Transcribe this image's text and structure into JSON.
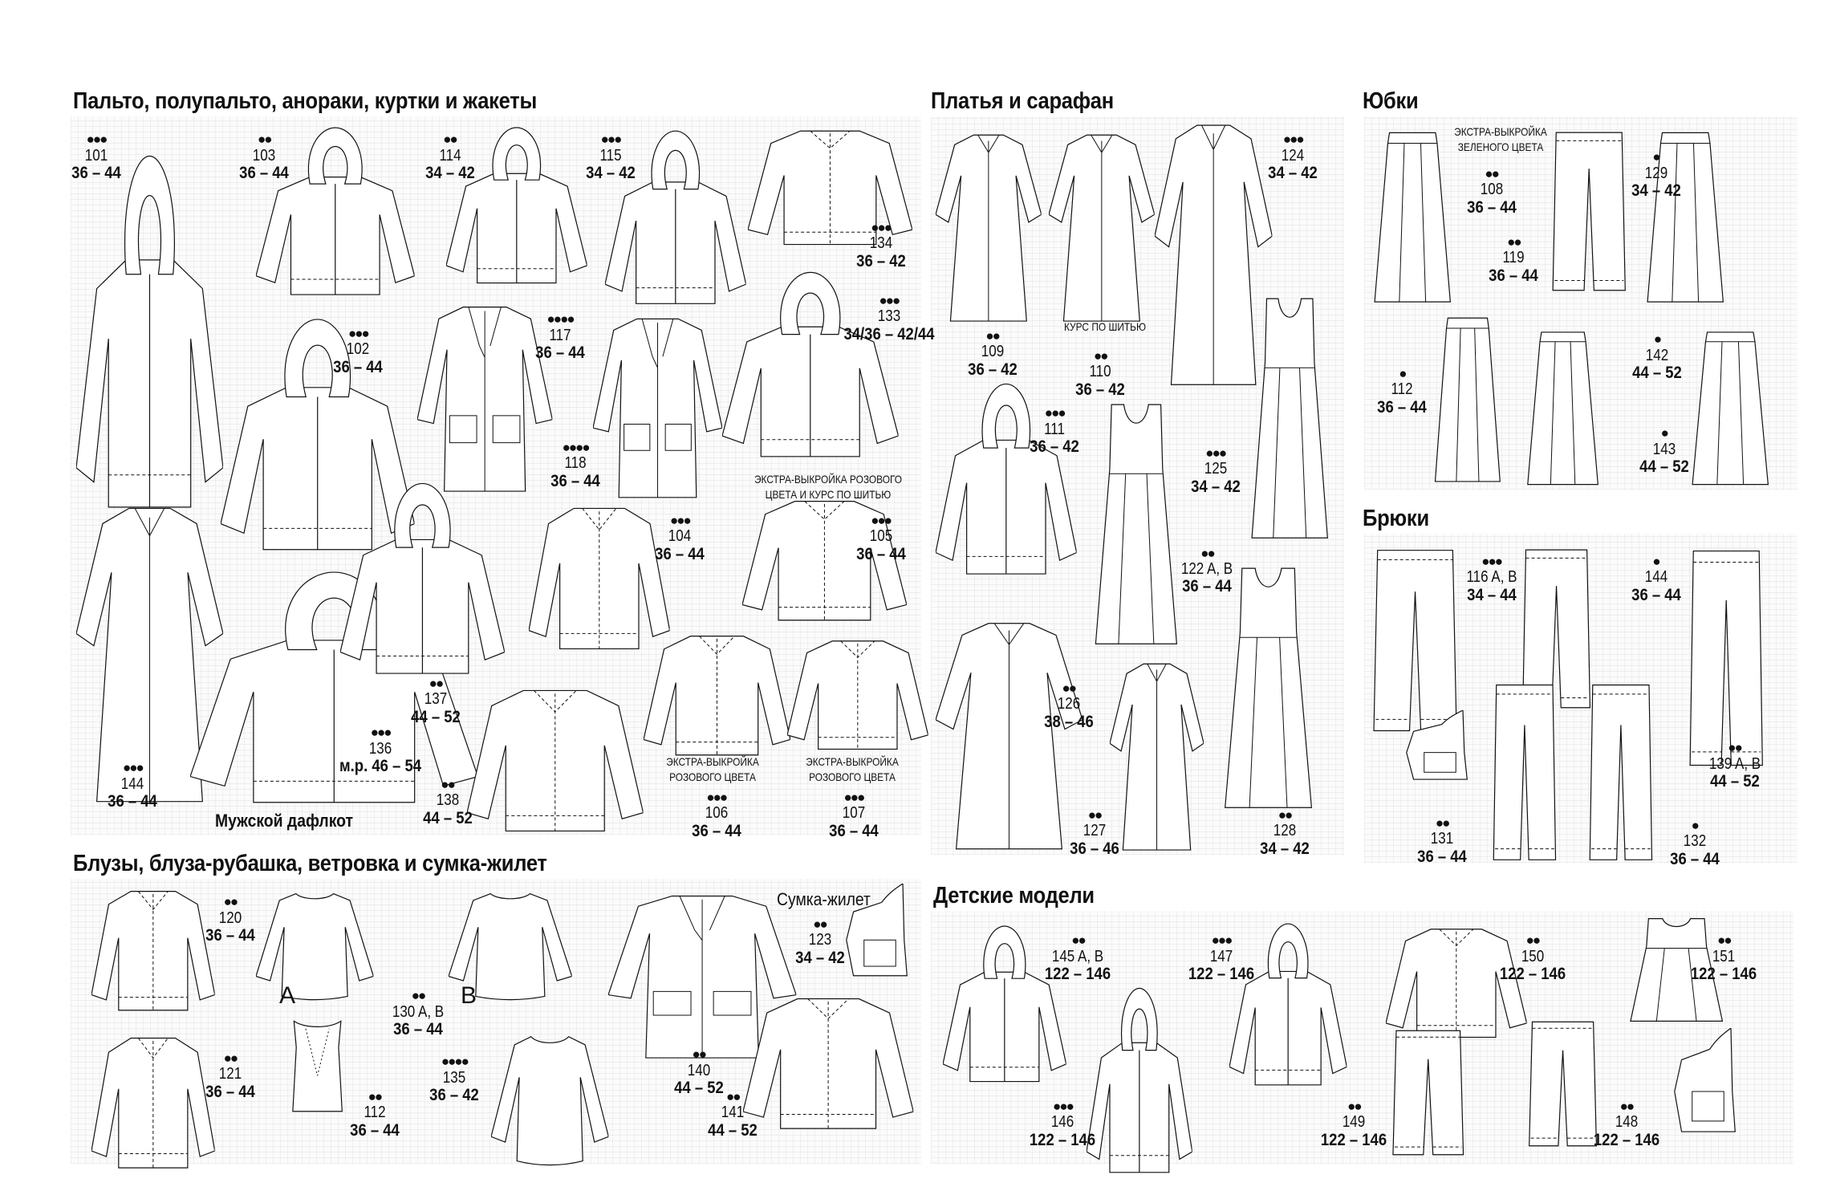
{
  "sections": {
    "coats": "Пальто, полупальто, анораки, куртки и жакеты",
    "dresses": "Платья и сарафан",
    "skirts": "Юбки",
    "trousers": "Брюки",
    "blouses": "Блузы, блуза-рубашка, ветровка и сумка-жилет",
    "kids": "Детские модели"
  },
  "notes": {
    "duffle": "Мужской дафлкот",
    "vest_bag": "Сумка-жилет",
    "extra_pink_course_1": "ЭКСТРА-ВЫКРОЙКА РОЗОВОГО",
    "extra_pink_course_2": "ЦВЕТА И КУРС ПО ШИТЬЮ",
    "extra_pink_106_1": "ЭКСТРА-ВЫКРОЙКА",
    "extra_pink_106_2": "РОЗОВОГО ЦВЕТА",
    "extra_pink_107_1": "ЭКСТРА-ВЫКРОЙКА",
    "extra_pink_107_2": "РОЗОВОГО ЦВЕТА",
    "course": "КУРС ПО ШИТЬЮ",
    "extra_green_1": "ЭКСТРА-ВЫКРОЙКА",
    "extra_green_2": "ЗЕЛЕНОГО ЦВЕТА",
    "variant_a": "A",
    "variant_b": "B"
  },
  "models": [
    {
      "number": "101",
      "dots": 3,
      "sizes": "36 – 44"
    },
    {
      "number": "103",
      "dots": 2,
      "sizes": "36 – 44"
    },
    {
      "number": "114",
      "dots": 2,
      "sizes": "34 – 42"
    },
    {
      "number": "115",
      "dots": 3,
      "sizes": "34 – 42"
    },
    {
      "number": "134",
      "dots": 3,
      "sizes": "36 – 42"
    },
    {
      "number": "133",
      "dots": 3,
      "sizes": "34/36 – 42/44"
    },
    {
      "number": "102",
      "dots": 3,
      "sizes": "36 – 44"
    },
    {
      "number": "117",
      "dots": 4,
      "sizes": "36 – 44"
    },
    {
      "number": "118",
      "dots": 4,
      "sizes": "36 – 44"
    },
    {
      "number": "104",
      "dots": 3,
      "sizes": "36 – 44"
    },
    {
      "number": "105",
      "dots": 3,
      "sizes": "36 – 44"
    },
    {
      "number": "144",
      "dots": 3,
      "sizes": "36 – 44"
    },
    {
      "number": "136",
      "dots": 3,
      "sizes": "м.р. 46 – 54"
    },
    {
      "number": "137",
      "dots": 2,
      "sizes": "44 – 52"
    },
    {
      "number": "138",
      "dots": 2,
      "sizes": "44 – 52"
    },
    {
      "number": "106",
      "dots": 3,
      "sizes": "36 – 44"
    },
    {
      "number": "107",
      "dots": 3,
      "sizes": "36 – 44"
    },
    {
      "number": "109",
      "dots": 2,
      "sizes": "36 – 42"
    },
    {
      "number": "110",
      "dots": 2,
      "sizes": "36 – 42"
    },
    {
      "number": "124",
      "dots": 3,
      "sizes": "34 – 42"
    },
    {
      "number": "111",
      "dots": 3,
      "sizes": "36 – 42"
    },
    {
      "number": "125",
      "dots": 3,
      "sizes": "34 – 42"
    },
    {
      "number": "122 A, B",
      "dots": 2,
      "sizes": "36 – 44"
    },
    {
      "number": "126",
      "dots": 2,
      "sizes": "38 – 46"
    },
    {
      "number": "127",
      "dots": 2,
      "sizes": "36 – 46"
    },
    {
      "number": "128",
      "dots": 2,
      "sizes": "34 – 42"
    },
    {
      "number": "108",
      "dots": 2,
      "sizes": "36 – 44"
    },
    {
      "number": "119",
      "dots": 2,
      "sizes": "36 – 44"
    },
    {
      "number": "129",
      "dots": 1,
      "sizes": "34 – 42"
    },
    {
      "number": "112",
      "dots": 1,
      "sizes": "36 – 44"
    },
    {
      "number": "142",
      "dots": 1,
      "sizes": "44 – 52"
    },
    {
      "number": "143",
      "dots": 1,
      "sizes": "44 – 52"
    },
    {
      "number": "116 A, B",
      "dots": 3,
      "sizes": "34 – 44"
    },
    {
      "number": "144",
      "dots": 1,
      "sizes": "36 – 44"
    },
    {
      "number": "139 A, B",
      "dots": 2,
      "sizes": "44 – 52"
    },
    {
      "number": "131",
      "dots": 2,
      "sizes": "36 – 44"
    },
    {
      "number": "132",
      "dots": 1,
      "sizes": "36 – 44"
    },
    {
      "number": "120",
      "dots": 2,
      "sizes": "36 – 44"
    },
    {
      "number": "130 A, B",
      "dots": 2,
      "sizes": "36 – 44"
    },
    {
      "number": "121",
      "dots": 2,
      "sizes": "36 – 44"
    },
    {
      "number": "112",
      "dots": 2,
      "sizes": "36 – 44"
    },
    {
      "number": "135",
      "dots": 4,
      "sizes": "36 – 42"
    },
    {
      "number": "140",
      "dots": 2,
      "sizes": "44 – 52"
    },
    {
      "number": "141",
      "dots": 2,
      "sizes": "44 – 52"
    },
    {
      "number": "123",
      "dots": 2,
      "sizes": "34 – 42"
    },
    {
      "number": "145 A, B",
      "dots": 2,
      "sizes": "122 – 146"
    },
    {
      "number": "147",
      "dots": 3,
      "sizes": "122 – 146"
    },
    {
      "number": "150",
      "dots": 2,
      "sizes": "122 – 146"
    },
    {
      "number": "151",
      "dots": 2,
      "sizes": "122 – 146"
    },
    {
      "number": "146",
      "dots": 3,
      "sizes": "122 – 146"
    },
    {
      "number": "149",
      "dots": 2,
      "sizes": "122 – 146"
    },
    {
      "number": "148",
      "dots": 2,
      "sizes": "122 – 146"
    }
  ]
}
